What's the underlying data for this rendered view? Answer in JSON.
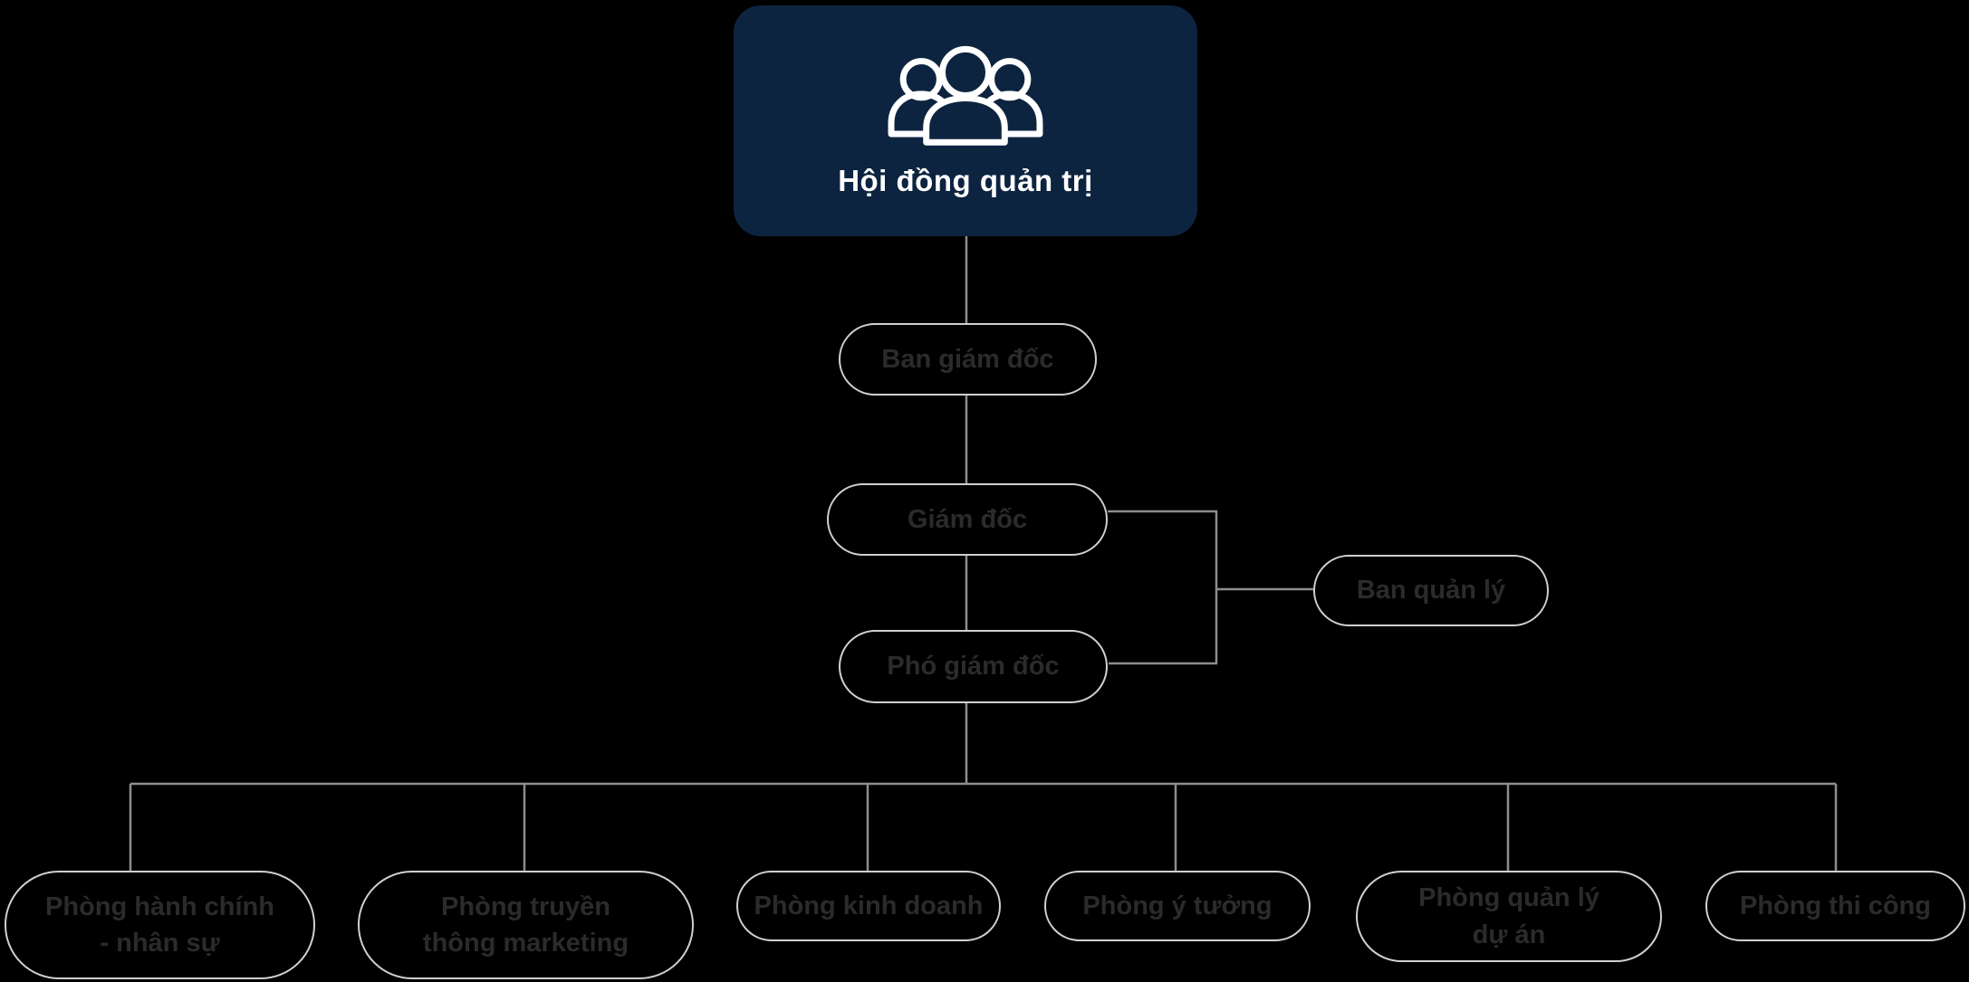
{
  "org_chart": {
    "root": {
      "label": "Hội đồng quản trị",
      "icon": "people-group-icon",
      "bg_color": "#0d2440",
      "text_color": "#ffffff"
    },
    "nodes": {
      "ban_giam_doc": {
        "label": "Ban giám đốc"
      },
      "giam_doc": {
        "label": "Giám đốc"
      },
      "ban_quan_ly": {
        "label": "Ban quản lý"
      },
      "pho_giam_doc": {
        "label": "Phó giám đốc"
      }
    },
    "departments": {
      "hanh_chinh": {
        "line1": "Phòng hành chính",
        "line2": "- nhân sự"
      },
      "truyen_thong": {
        "line1": "Phòng truyền",
        "line2": "thông marketing"
      },
      "kinh_doanh": {
        "line1": "Phòng kinh doanh"
      },
      "y_tuong": {
        "line1": "Phòng ý tưởng"
      },
      "quan_ly_du_an": {
        "line1": "Phòng quản lý",
        "line2": "dự án"
      },
      "thi_cong": {
        "line1": "Phòng thi công"
      }
    },
    "style": {
      "background_color": "#000000",
      "connector_color": "#8d8d8d",
      "node_border_color": "#d0d0d0",
      "node_text_color": "#2b2b2b"
    }
  }
}
